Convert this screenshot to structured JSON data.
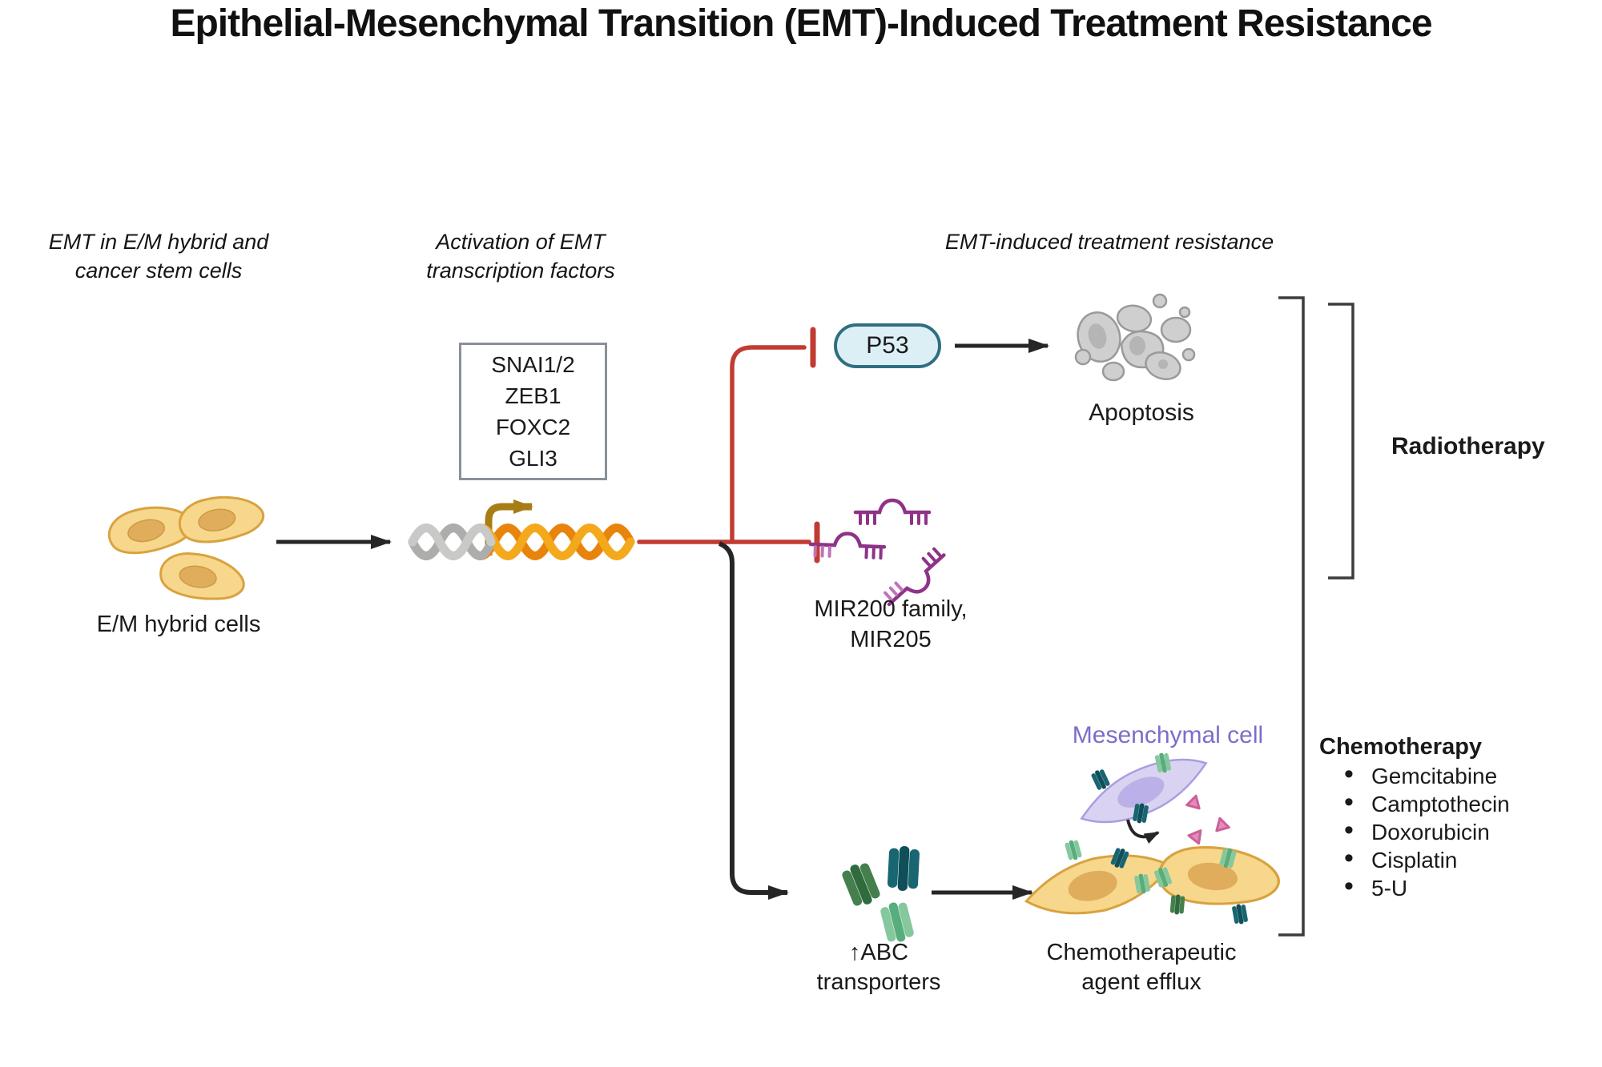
{
  "title": "Epithelial-Mesenchymal Transition (EMT)-Induced Treatment Resistance",
  "headers": {
    "col1": [
      "EMT in E/M hybrid and",
      "cancer stem cells"
    ],
    "col2": [
      "Activation of EMT",
      "transcription factors"
    ],
    "col3": "EMT-induced treatment resistance"
  },
  "labels": {
    "hybrid_cells": "E/M hybrid cells",
    "tf_list": [
      "SNAI1/2",
      "ZEB1",
      "FOXC2",
      "GLI3"
    ],
    "p53": "P53",
    "apoptosis": "Apoptosis",
    "mir": [
      "MIR200 family,",
      "MIR205"
    ],
    "mesenchymal": "Mesenchymal cell",
    "abc": [
      "↑ABC",
      "transporters"
    ],
    "efflux": [
      "Chemotherapeutic",
      "agent efflux"
    ]
  },
  "treatments": {
    "radiotherapy": "Radiotherapy",
    "chemotherapy": "Chemotherapy",
    "drugs": [
      "Gemcitabine",
      "Camptothecin",
      "Doxorubicin",
      "Cisplatin",
      "5-U"
    ]
  },
  "colors": {
    "inhibition_red": "#C13B33",
    "arrow_black": "#262626",
    "dna_orange": "#F4A81B",
    "dna_orange_dark": "#E8830C",
    "dna_gray_light": "#C9C9C9",
    "dna_gray_dark": "#ADADAD",
    "transcription_gold": "#A87D15",
    "cell_yellow": "#F6D78C",
    "cell_yellow_border": "#D9A23F",
    "cell_nucleus": "#DFAD5C",
    "p53_fill": "#DCEFF5",
    "p53_border": "#2E6F80",
    "mirna_purple": "#8E3387",
    "mirna_purple_light": "#C273B5",
    "mesenchymal_text_purple": "#7B6EC8",
    "mesenchymal_fill": "#D9D3F1",
    "apoptosis_gray": "#CFCFCF",
    "transporter_teal": "#176671",
    "transporter_green": "#457F4D",
    "transporter_light_green": "#85C89E",
    "chemo_agent_pink": "#E78AB9",
    "bracket_gray": "#3C3C3C"
  }
}
